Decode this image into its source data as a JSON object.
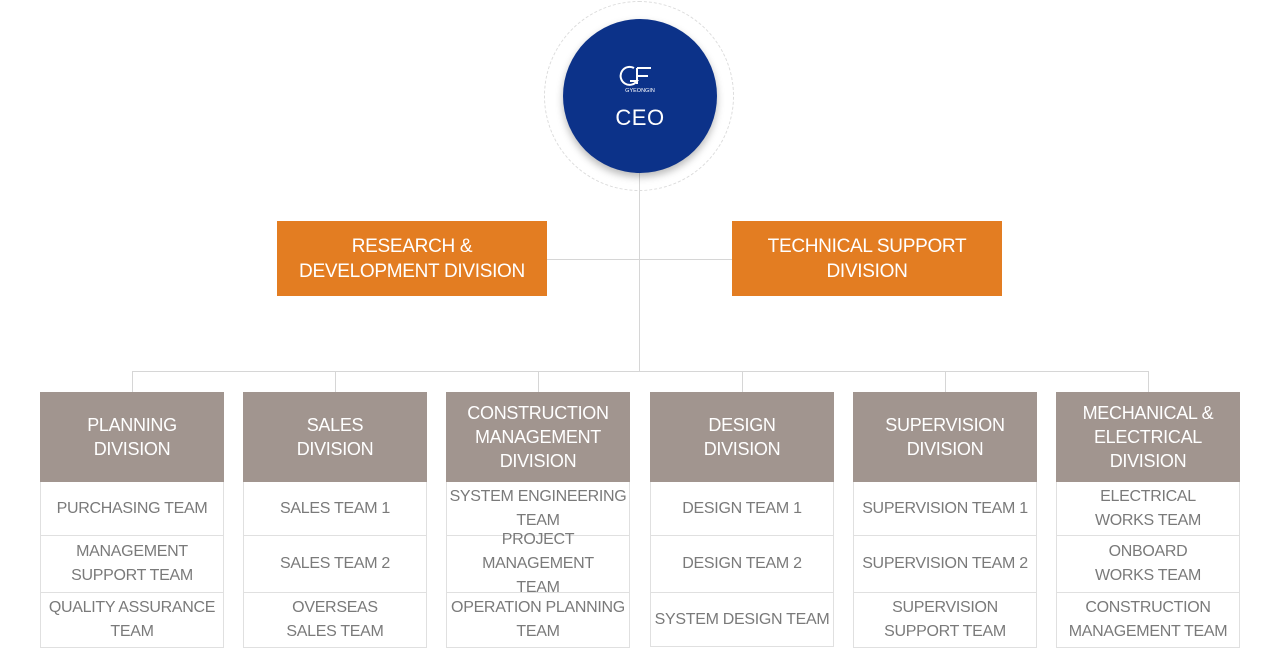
{
  "ceo": {
    "title": "CEO",
    "logo_text": "GYEONGIN"
  },
  "upper_divisions": [
    {
      "label": "RESEARCH &\nDEVELOPMENT DIVISION"
    },
    {
      "label": "TECHNICAL SUPPORT\nDIVISION"
    }
  ],
  "divisions": [
    {
      "label": "PLANNING\nDIVISION",
      "teams": [
        "PURCHASING TEAM",
        "MANAGEMENT\nSUPPORT TEAM",
        "QUALITY ASSURANCE\nTEAM"
      ]
    },
    {
      "label": "SALES\nDIVISION",
      "teams": [
        "SALES TEAM 1",
        "SALES TEAM 2",
        "OVERSEAS\nSALES TEAM"
      ]
    },
    {
      "label": "CONSTRUCTION\nMANAGEMENT\nDIVISION",
      "teams": [
        "SYSTEM ENGINEERING\nTEAM",
        "PROJECT MANAGEMENT\nTEAM",
        "OPERATION PLANNING\nTEAM"
      ]
    },
    {
      "label": "DESIGN\nDIVISION",
      "teams": [
        "DESIGN TEAM 1",
        "DESIGN TEAM 2",
        "SYSTEM DESIGN TEAM"
      ]
    },
    {
      "label": "SUPERVISION\nDIVISION",
      "teams": [
        "SUPERVISION TEAM 1",
        "SUPERVISION TEAM 2",
        "SUPERVISION\nSUPPORT TEAM"
      ]
    },
    {
      "label": "MECHANICAL &\nELECTRICAL DIVISION",
      "teams": [
        "ELECTRICAL\nWORKS TEAM",
        "ONBOARD\nWORKS TEAM",
        "CONSTRUCTION\nMANAGEMENT TEAM"
      ]
    }
  ],
  "colors": {
    "ceo": "#0c3289",
    "upper_division": "#e37d22",
    "division_header": "#a1958f",
    "team_text": "#7a7a7a",
    "connector": "#d6d6d6"
  }
}
